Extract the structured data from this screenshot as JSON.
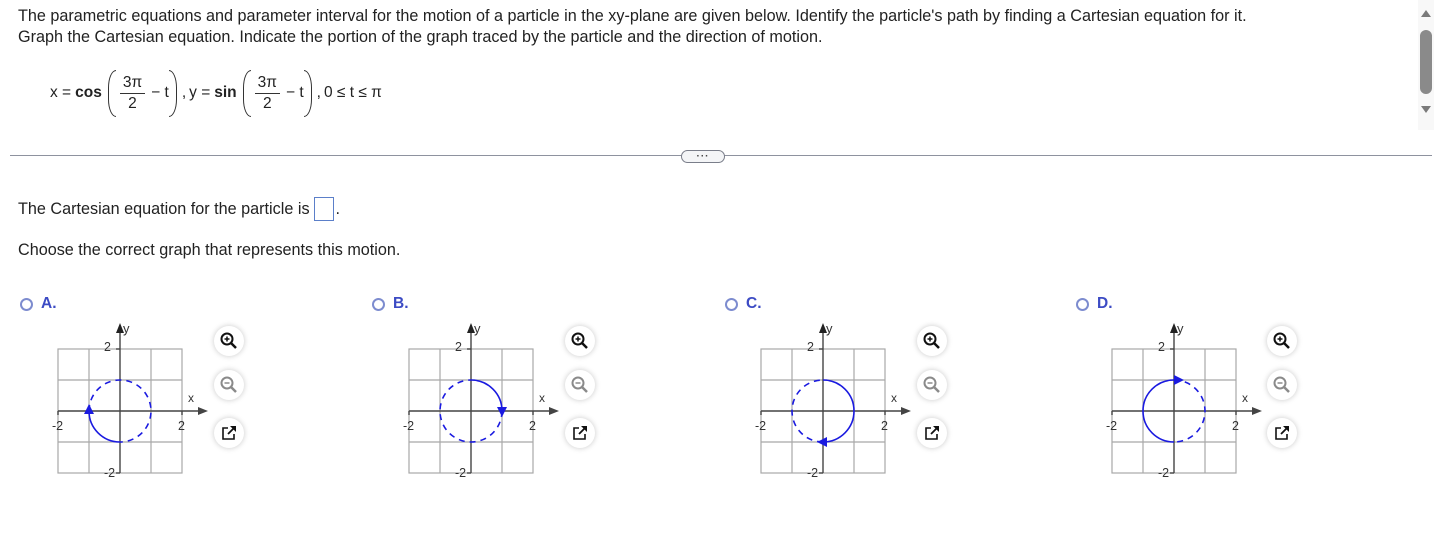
{
  "prompt": {
    "line1": "The parametric equations and parameter interval for the motion of a particle in the xy-plane are given below. Identify the particle's path by finding a Cartesian equation for it.",
    "line2": "Graph the Cartesian equation. Indicate the portion of the graph traced by the particle and the direction of motion."
  },
  "equation": {
    "x_lhs": "x =",
    "x_func": "cos",
    "frac_num": "3π",
    "frac_den": "2",
    "minus_t": "− t",
    "comma1": ",",
    "y_lhs": "y =",
    "y_func": "sin",
    "comma2": ",",
    "interval": "0 ≤ t ≤ π"
  },
  "expand_button": {
    "label": "···"
  },
  "answer": {
    "prefix": "The Cartesian equation for the particle is",
    "suffix": ".",
    "value": ""
  },
  "choose_prompt": "Choose the correct graph that represents this motion.",
  "options": [
    {
      "letter": "A.",
      "selected": false,
      "arc": "lower-left quarter, bottom to left",
      "arrow": "at left, pointing up"
    },
    {
      "letter": "B.",
      "selected": false,
      "arc": "upper-right quarter, top to right",
      "arrow": "at right, pointing down"
    },
    {
      "letter": "C.",
      "selected": false,
      "arc": "right half, top to bottom",
      "arrow": "at bottom, pointing left"
    },
    {
      "letter": "D.",
      "selected": false,
      "arc": "left half, bottom to top",
      "arrow": "at top, pointing right"
    }
  ],
  "graph_labels": {
    "x_axis": "x",
    "y_axis": "y",
    "x_min": "-2",
    "x_max": "2",
    "y_min": "-2",
    "y_max": "2"
  },
  "graph_tools": {
    "zoom_in": "zoom-in-icon",
    "zoom_out": "zoom-out-icon",
    "popout": "popout-icon"
  },
  "colors": {
    "curve": "#1a1ae0",
    "option_label": "#3c4bc4",
    "radio_border": "#7d8ccf",
    "answer_box_border": "#5b7fc9",
    "grid": "#a8a8a8",
    "axis": "#444444"
  }
}
